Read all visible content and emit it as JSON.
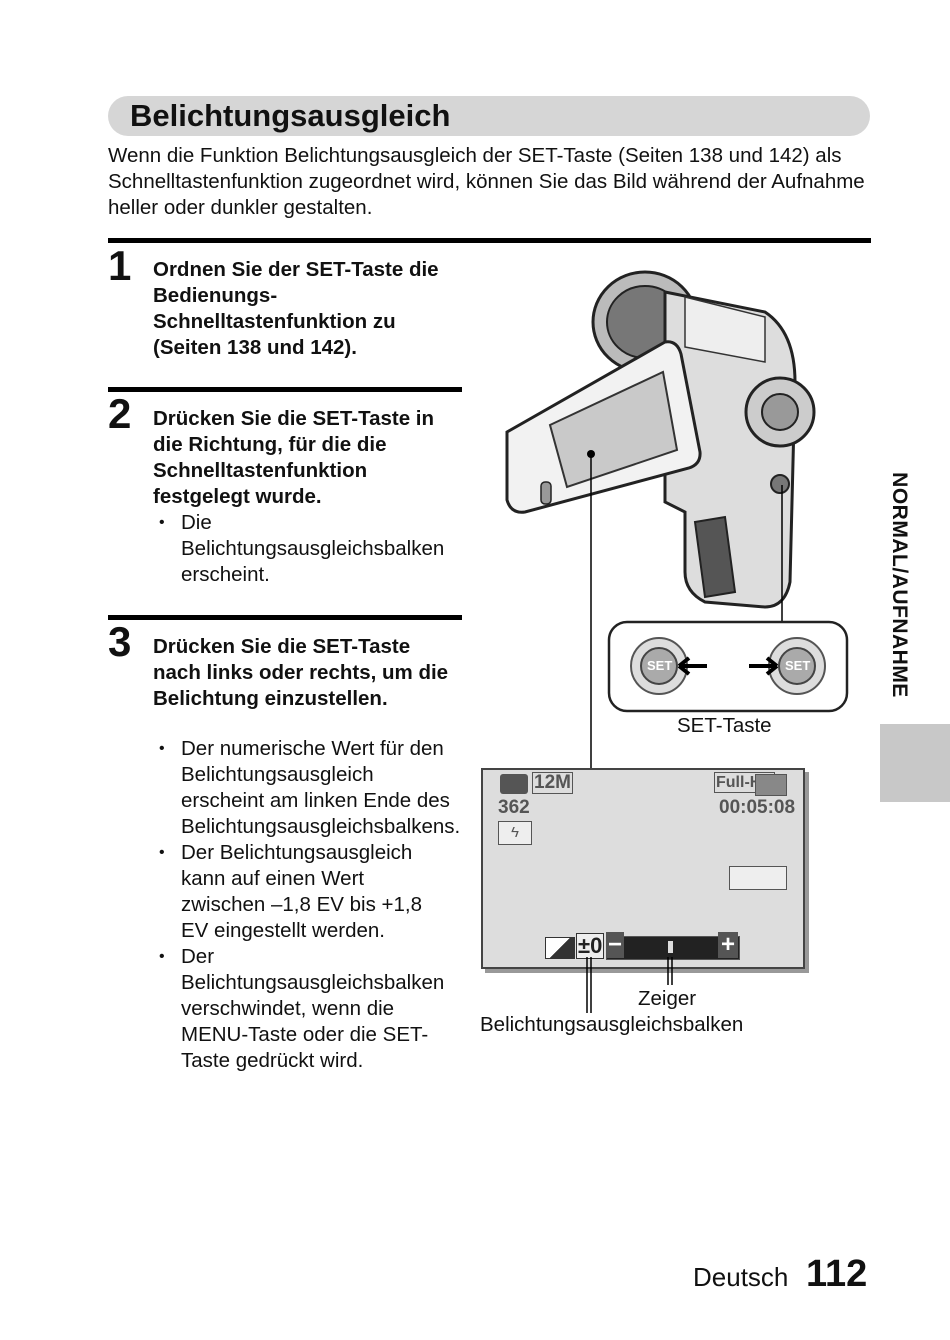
{
  "page": {
    "title": "Belichtungsausgleich",
    "intro": "Wenn die Funktion Belichtungsausgleich der SET-Taste (Seiten 138 und 142) als Schnelltastenfunktion zugeordnet wird, können Sie das Bild während der Aufnahme heller oder dunkler gestalten.",
    "side_label": "NORMAL/AUFNAHME",
    "footer_language": "Deutsch",
    "footer_page": "112"
  },
  "steps": [
    {
      "number": "1",
      "heading": "Ordnen Sie der SET-Taste die Bedienungs-Schnelltastenfunktion zu (Seiten 138 und 142).",
      "bullets": []
    },
    {
      "number": "2",
      "heading": "Drücken Sie die SET-Taste in die Richtung, für die die Schnelltastenfunktion festgelegt wurde.",
      "bullets": [
        "Die Belichtungsausgleichsbalken erscheint."
      ]
    },
    {
      "number": "3",
      "heading": "Drücken Sie die SET-Taste nach links oder rechts, um die Belichtung einzustellen.",
      "bullets": [
        "Der numerische Wert für den Belichtungsausgleich erscheint am linken Ende des Belichtungsausgleichsbalkens.",
        "Der Belichtungsausgleich kann auf einen Wert zwischen –1,8 EV bis +1,8 EV eingestellt werden.",
        "Der Belichtungsausgleichsbalken verschwindet, wenn die MENU-Taste oder die SET-Taste gedrückt wird."
      ]
    }
  ],
  "figure": {
    "set_key_caption": "SET-Taste",
    "set_button_label": "SET",
    "pointer_caption": "Zeiger",
    "bar_caption": "Belichtungsausgleichsbalken",
    "lcd": {
      "resolution": "12M",
      "shots_remaining": "362",
      "video_mode": "Full-HR",
      "time": "00:05:08",
      "exposure_value": "±0",
      "minus": "−",
      "plus": "+"
    }
  }
}
